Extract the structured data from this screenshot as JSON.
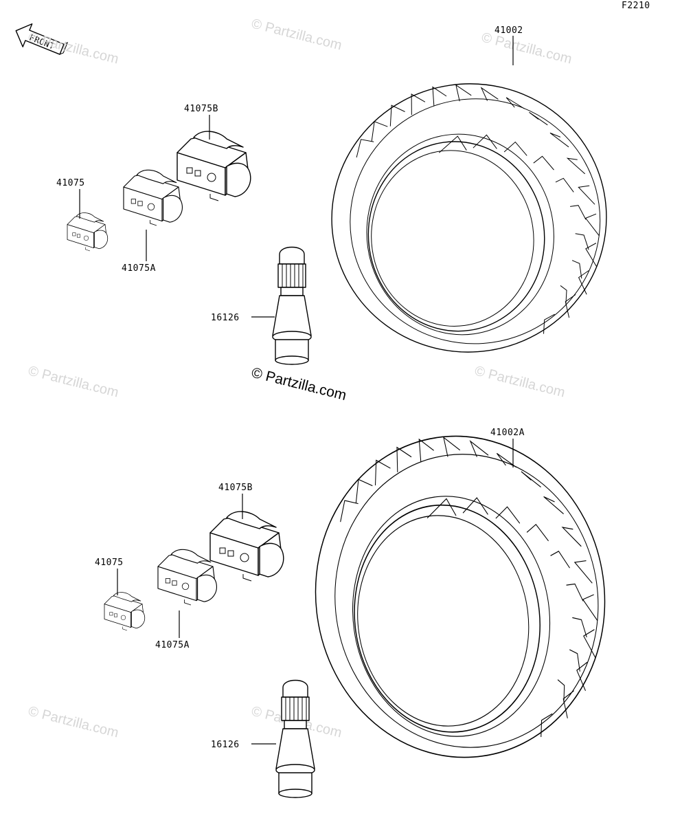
{
  "figure_code": "F2210",
  "front_label": "FRONT",
  "watermark_main": "© Partzilla.com",
  "watermarks": [
    "© Partzilla.com",
    "© Partzilla.com",
    "© Partzilla.com",
    "© Partzilla.com",
    "© Partzilla.com",
    "© Partzilla.com",
    "© Partzilla.com"
  ],
  "upper_group": {
    "tire": "41002",
    "weight_b": "41075B",
    "weight": "41075",
    "weight_a": "41075A",
    "valve": "16126"
  },
  "lower_group": {
    "tire": "41002A",
    "weight_b": "41075B",
    "weight": "41075",
    "weight_a": "41075A",
    "valve": "16126"
  }
}
